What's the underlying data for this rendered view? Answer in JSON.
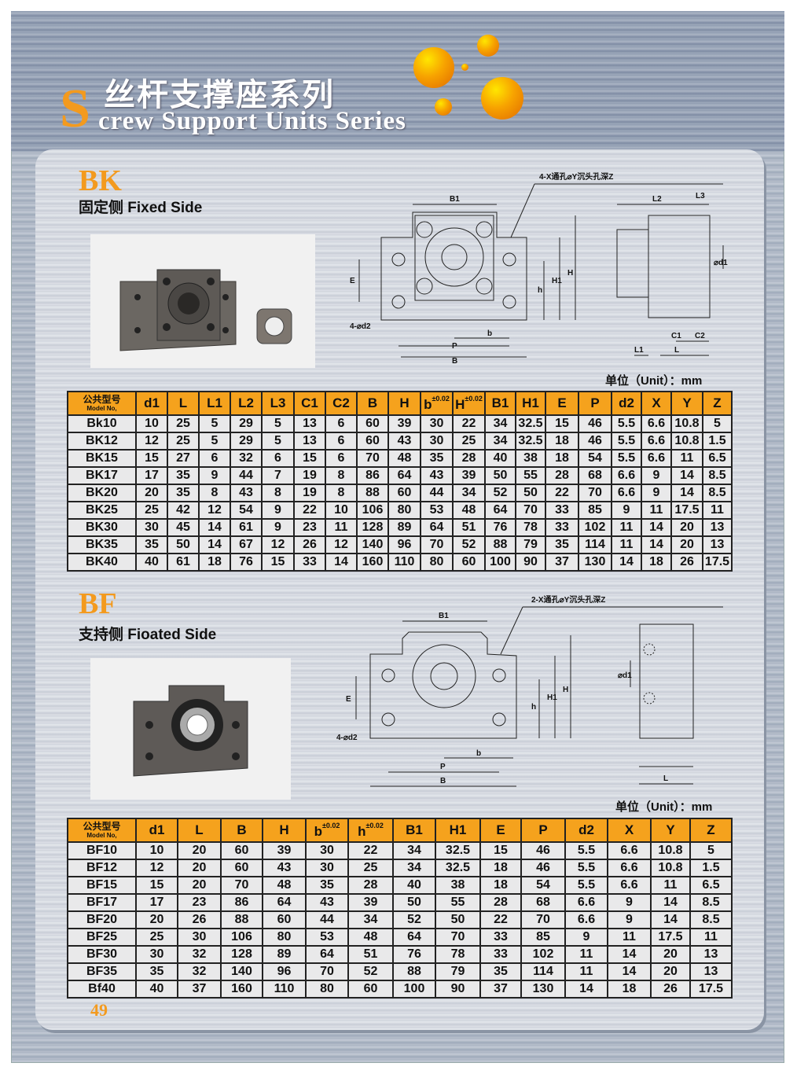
{
  "header": {
    "title_cn": "丝杆支撑座系列",
    "title_initial": "S",
    "title_en": "crew Support Units Series"
  },
  "bk": {
    "code": "BK",
    "subtitle": "固定侧 Fixed  Side",
    "unit": "单位（Unit）：mm",
    "drawing": {
      "note": "4-X通孔",
      "note2": "Y沉头孔深Z",
      "labels": {
        "B1": "B1",
        "E": "E",
        "h": "h",
        "H1": "H1",
        "H": "H",
        "d2": "4-⌀d2",
        "b": "b",
        "P": "P",
        "B": "B",
        "L2": "L2",
        "L3": "L3",
        "d1": "⌀d1",
        "C1": "C1",
        "C2": "C2",
        "L1": "L1",
        "L": "L"
      }
    },
    "columns": [
      {
        "cn": "公共型号",
        "en": "Model No,"
      },
      {
        "label": "d1"
      },
      {
        "label": "L"
      },
      {
        "label": "L1"
      },
      {
        "label": "L2"
      },
      {
        "label": "L3"
      },
      {
        "label": "C1"
      },
      {
        "label": "C2"
      },
      {
        "label": "B"
      },
      {
        "label": "H"
      },
      {
        "label": "b",
        "sup": "±0.02"
      },
      {
        "label": "H",
        "sup": "±0.02"
      },
      {
        "label": "B1"
      },
      {
        "label": "H1"
      },
      {
        "label": "E"
      },
      {
        "label": "P"
      },
      {
        "label": "d2"
      },
      {
        "label": "X"
      },
      {
        "label": "Y"
      },
      {
        "label": "Z"
      }
    ],
    "rows": [
      [
        "Bk10",
        "10",
        "25",
        "5",
        "29",
        "5",
        "13",
        "6",
        "60",
        "39",
        "30",
        "22",
        "34",
        "32.5",
        "15",
        "46",
        "5.5",
        "6.6",
        "10.8",
        "5"
      ],
      [
        "BK12",
        "12",
        "25",
        "5",
        "29",
        "5",
        "13",
        "6",
        "60",
        "43",
        "30",
        "25",
        "34",
        "32.5",
        "18",
        "46",
        "5.5",
        "6.6",
        "10.8",
        "1.5"
      ],
      [
        "BK15",
        "15",
        "27",
        "6",
        "32",
        "6",
        "15",
        "6",
        "70",
        "48",
        "35",
        "28",
        "40",
        "38",
        "18",
        "54",
        "5.5",
        "6.6",
        "11",
        "6.5"
      ],
      [
        "BK17",
        "17",
        "35",
        "9",
        "44",
        "7",
        "19",
        "8",
        "86",
        "64",
        "43",
        "39",
        "50",
        "55",
        "28",
        "68",
        "6.6",
        "9",
        "14",
        "8.5"
      ],
      [
        "BK20",
        "20",
        "35",
        "8",
        "43",
        "8",
        "19",
        "8",
        "88",
        "60",
        "44",
        "34",
        "52",
        "50",
        "22",
        "70",
        "6.6",
        "9",
        "14",
        "8.5"
      ],
      [
        "BK25",
        "25",
        "42",
        "12",
        "54",
        "9",
        "22",
        "10",
        "106",
        "80",
        "53",
        "48",
        "64",
        "70",
        "33",
        "85",
        "9",
        "11",
        "17.5",
        "11"
      ],
      [
        "BK30",
        "30",
        "45",
        "14",
        "61",
        "9",
        "23",
        "11",
        "128",
        "89",
        "64",
        "51",
        "76",
        "78",
        "33",
        "102",
        "11",
        "14",
        "20",
        "13"
      ],
      [
        "BK35",
        "35",
        "50",
        "14",
        "67",
        "12",
        "26",
        "12",
        "140",
        "96",
        "70",
        "52",
        "88",
        "79",
        "35",
        "114",
        "11",
        "14",
        "20",
        "13"
      ],
      [
        "BK40",
        "40",
        "61",
        "18",
        "76",
        "15",
        "33",
        "14",
        "160",
        "110",
        "80",
        "60",
        "100",
        "90",
        "37",
        "130",
        "14",
        "18",
        "26",
        "17.5"
      ]
    ]
  },
  "bf": {
    "code": "BF",
    "subtitle": "支持侧 Fioated  Side",
    "unit": "单位（Unit）：mm",
    "drawing": {
      "note": "2-X通孔",
      "note2": "Y沉头孔深Z",
      "labels": {
        "B1": "B1",
        "E": "E",
        "h": "h",
        "H1": "H1",
        "H": "H",
        "d2": "4-⌀d2",
        "b": "b",
        "P": "P",
        "B": "B",
        "d1": "⌀d1",
        "L": "L"
      }
    },
    "columns": [
      {
        "cn": "公共型号",
        "en": "Model No,"
      },
      {
        "label": "d1"
      },
      {
        "label": "L"
      },
      {
        "label": "B"
      },
      {
        "label": "H"
      },
      {
        "label": "b",
        "sup": "±0.02"
      },
      {
        "label": "h",
        "sup": "±0.02"
      },
      {
        "label": "B1"
      },
      {
        "label": "H1"
      },
      {
        "label": "E"
      },
      {
        "label": "P"
      },
      {
        "label": "d2"
      },
      {
        "label": "X"
      },
      {
        "label": "Y"
      },
      {
        "label": "Z"
      }
    ],
    "rows": [
      [
        "BF10",
        "10",
        "20",
        "60",
        "39",
        "30",
        "22",
        "34",
        "32.5",
        "15",
        "46",
        "5.5",
        "6.6",
        "10.8",
        "5"
      ],
      [
        "BF12",
        "12",
        "20",
        "60",
        "43",
        "30",
        "25",
        "34",
        "32.5",
        "18",
        "46",
        "5.5",
        "6.6",
        "10.8",
        "1.5"
      ],
      [
        "BF15",
        "15",
        "20",
        "70",
        "48",
        "35",
        "28",
        "40",
        "38",
        "18",
        "54",
        "5.5",
        "6.6",
        "11",
        "6.5"
      ],
      [
        "BF17",
        "17",
        "23",
        "86",
        "64",
        "43",
        "39",
        "50",
        "55",
        "28",
        "68",
        "6.6",
        "9",
        "14",
        "8.5"
      ],
      [
        "BF20",
        "20",
        "26",
        "88",
        "60",
        "44",
        "34",
        "52",
        "50",
        "22",
        "70",
        "6.6",
        "9",
        "14",
        "8.5"
      ],
      [
        "BF25",
        "25",
        "30",
        "106",
        "80",
        "53",
        "48",
        "64",
        "70",
        "33",
        "85",
        "9",
        "11",
        "17.5",
        "11"
      ],
      [
        "BF30",
        "30",
        "32",
        "128",
        "89",
        "64",
        "51",
        "76",
        "78",
        "33",
        "102",
        "11",
        "14",
        "20",
        "13"
      ],
      [
        "BF35",
        "35",
        "32",
        "140",
        "96",
        "70",
        "52",
        "88",
        "79",
        "35",
        "114",
        "11",
        "14",
        "20",
        "13"
      ],
      [
        "Bf40",
        "40",
        "37",
        "160",
        "110",
        "80",
        "60",
        "100",
        "90",
        "37",
        "130",
        "14",
        "18",
        "26",
        "17.5"
      ]
    ]
  },
  "page_number": "49",
  "colors": {
    "accent": "#f39a1e",
    "header_cell": "#f5a21d",
    "cell": "#e9e9ea"
  }
}
